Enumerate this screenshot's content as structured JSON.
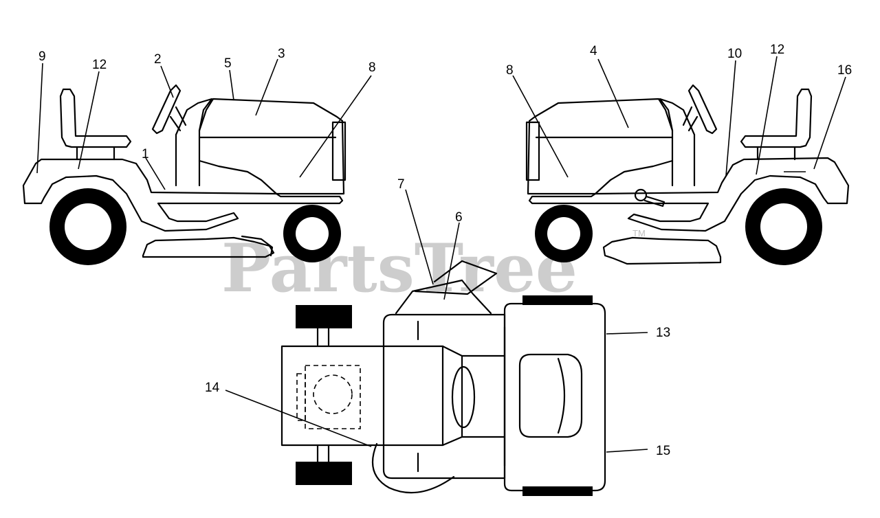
{
  "watermark": {
    "brand": "PartsTree",
    "trademark": "TM"
  },
  "callouts": {
    "left_view": [
      "9",
      "12",
      "2",
      "5",
      "3",
      "8",
      "1"
    ],
    "right_view": [
      "8",
      "4",
      "10",
      "12",
      "16"
    ],
    "top_view": [
      "7",
      "6",
      "13",
      "14",
      "15"
    ]
  },
  "icons": [
    "wheel-icon",
    "tire-icon",
    "seat-icon",
    "steering-wheel-icon",
    "engine-circle-icon"
  ]
}
